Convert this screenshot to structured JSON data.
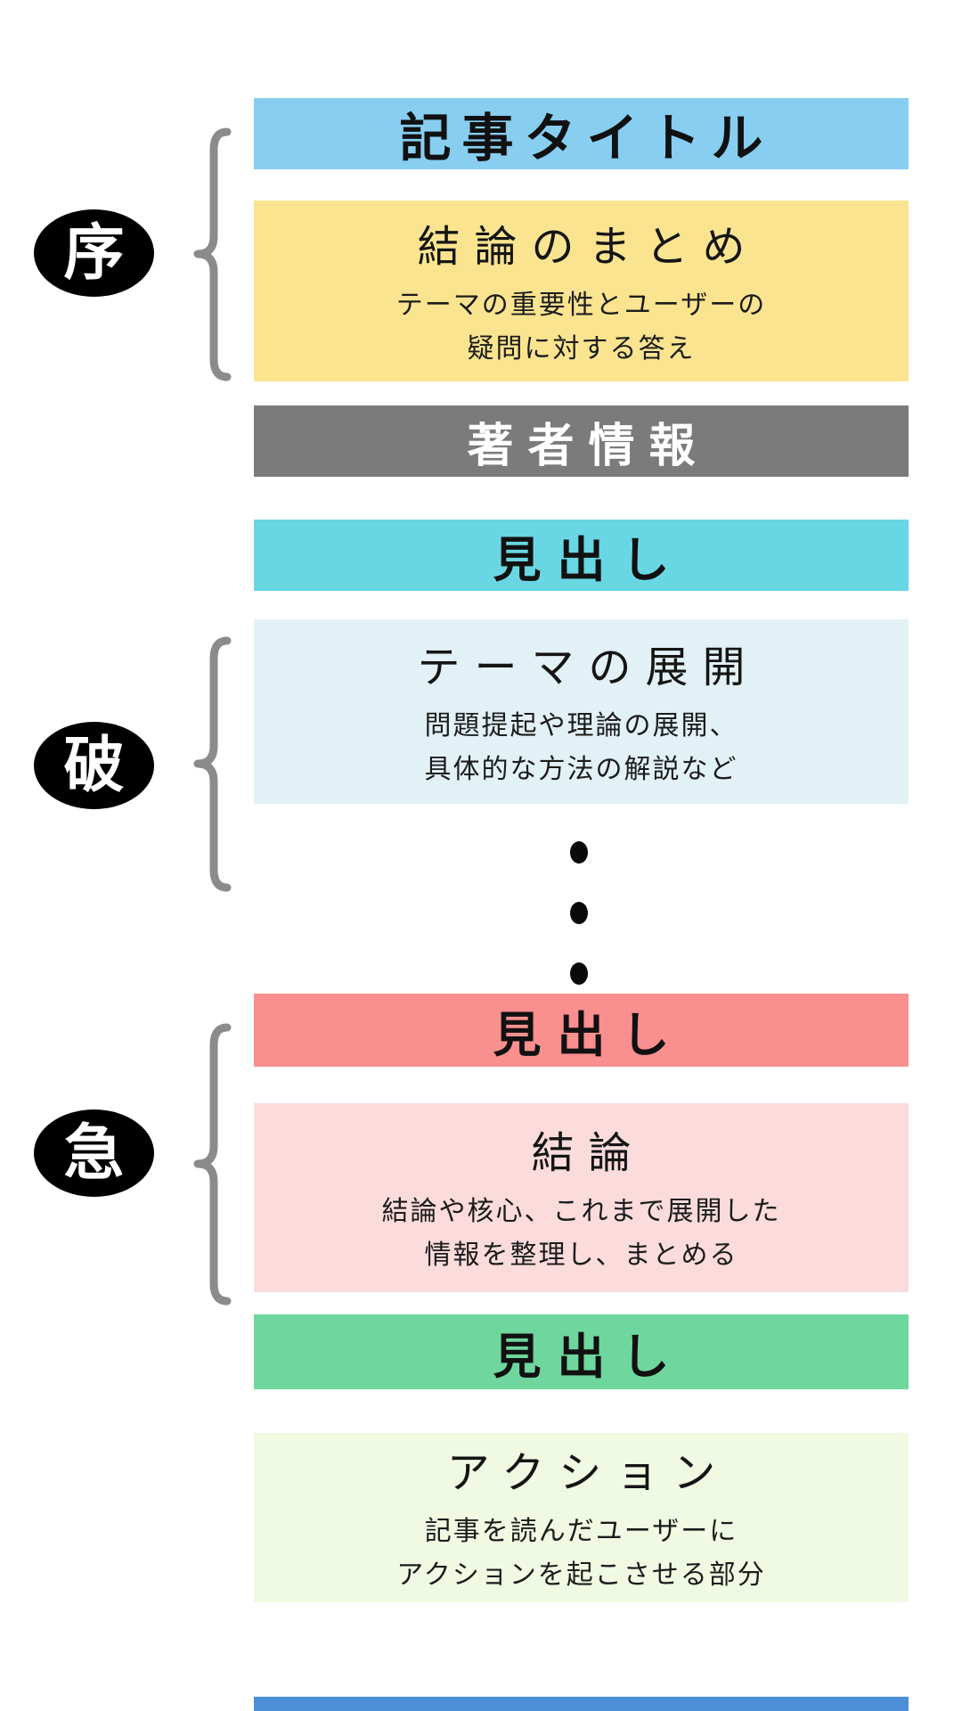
{
  "page": {
    "background": "#FFFFFF"
  },
  "stages": {
    "jo": {
      "label": "序"
    },
    "ha": {
      "label": "破"
    },
    "kyu": {
      "label": "急"
    }
  },
  "decor": {
    "brace_color": "#8B8B8B",
    "dot_color": "#0A0A0A",
    "pill_bg": "#000000"
  },
  "blocks": {
    "article_title": {
      "text": "記事タイトル",
      "bg": "#87CEF0"
    },
    "summary": {
      "title": "結論のまとめ",
      "desc_line1": "テーマの重要性とユーザーの",
      "desc_line2": "疑問に対する答え",
      "bg": "#FAE48F"
    },
    "author": {
      "text": "著者情報",
      "bg": "#7B7B7B"
    },
    "theme_heading": {
      "text": "見出し",
      "bg": "#69D6E3"
    },
    "theme": {
      "title": "テーマの展開",
      "desc_line1": "問題提起や理論の展開、",
      "desc_line2": "具体的な方法の解説など",
      "bg": "#E2F1F6"
    },
    "conclusion_heading": {
      "text": "見出し",
      "bg": "#F98F8F"
    },
    "conclusion": {
      "title": "結論",
      "desc_line1": "結論や核心、これまで展開した",
      "desc_line2": "情報を整理し、まとめる",
      "bg": "#FBDBDC"
    },
    "action_heading": {
      "text": "見出し",
      "bg": "#6FD69E"
    },
    "action": {
      "title": "アクション",
      "desc_line1": "記事を読んだユーザーに",
      "desc_line2": "アクションを起こさせる部分",
      "bg": "#F0FAE3"
    },
    "next_block_partial": {
      "bg": "#4D8FD6"
    }
  }
}
